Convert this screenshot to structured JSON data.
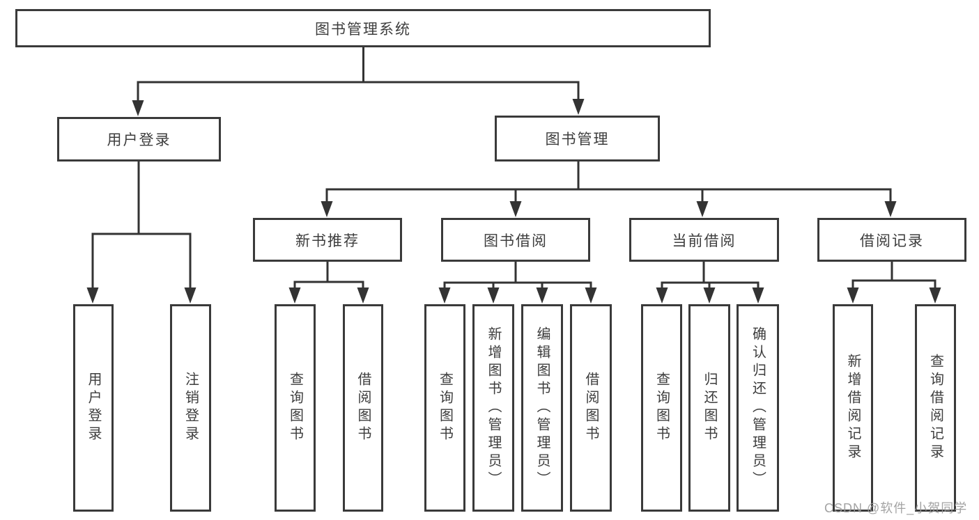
{
  "diagram": {
    "tree": {
      "label": "图书管理系统",
      "children": [
        {
          "label": "用户登录",
          "children": [
            {
              "label": "用户登录"
            },
            {
              "label": "注销登录"
            }
          ]
        },
        {
          "label": "图书管理",
          "children": [
            {
              "label": "新书推荐",
              "children": [
                {
                  "label": "查询图书"
                },
                {
                  "label": "借阅图书"
                }
              ]
            },
            {
              "label": "图书借阅",
              "children": [
                {
                  "label": "查询图书"
                },
                {
                  "label": "新增图书（管理员）"
                },
                {
                  "label": "编辑图书（管理员）"
                },
                {
                  "label": "借阅图书"
                }
              ]
            },
            {
              "label": "当前借阅",
              "children": [
                {
                  "label": "查询图书"
                },
                {
                  "label": "归还图书"
                },
                {
                  "label": "确认归还（管理员）"
                }
              ]
            },
            {
              "label": "借阅记录",
              "children": [
                {
                  "label": "新增借阅记录"
                },
                {
                  "label": "查询借阅记录"
                }
              ]
            }
          ]
        }
      ]
    },
    "line_color": "#333333",
    "border_color": "#3a3a3a",
    "text_color": "#3d3d3d"
  },
  "watermark": "CSDN @软件_小贺同学"
}
